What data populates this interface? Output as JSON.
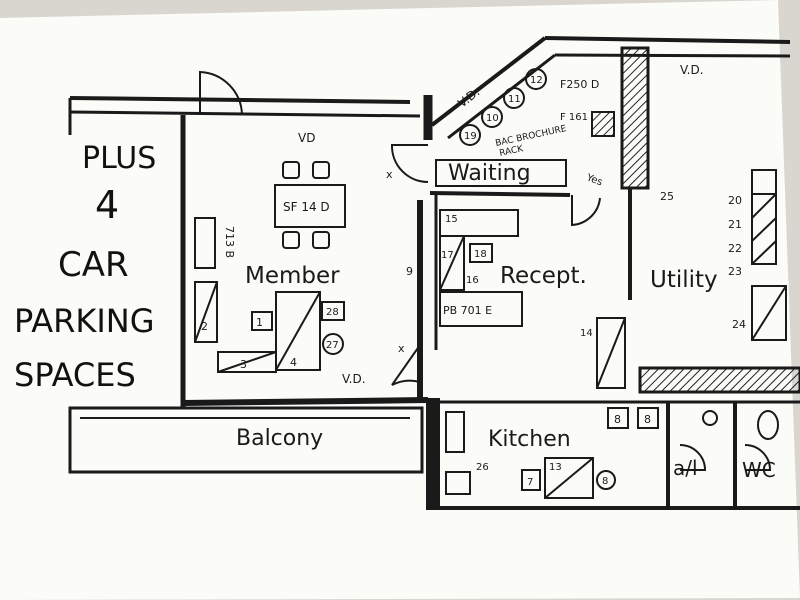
{
  "side_note": {
    "line1": "PLUS",
    "line2": "4",
    "line3": "CAR",
    "line4": "PARKING",
    "line5": "SPACES"
  },
  "rooms": {
    "member": "Member",
    "waiting": "Waiting",
    "recept": "Recept.",
    "utility": "Utility",
    "balcony": "Balcony",
    "kitchen": "Kitchen",
    "al": "a/l",
    "wc": "WC"
  },
  "annotations": {
    "vd_member": "VD",
    "vd_upper": "V.D.",
    "vd_right": "V.D.",
    "vd_bottom": "V.D.",
    "table": "SF 14 D",
    "cabinet": "713 B",
    "desk": "PB 701 E",
    "f250": "F250 D",
    "f161": "F 161",
    "rack1": "BAC BROCHURE",
    "rack2": "RACK",
    "yes": "Yes",
    "x_upper": "x",
    "x_lower": "x"
  },
  "numbers": {
    "n1": "1",
    "n2": "2",
    "n3": "3",
    "n4": "4",
    "n8a": "8",
    "n8b": "8",
    "n9": "9",
    "n10": "10",
    "n11": "11",
    "n12": "12",
    "n14": "14",
    "n15": "15",
    "n16": "16",
    "n17": "17",
    "n18": "18",
    "n19": "19",
    "n20": "20",
    "n21": "21",
    "n22": "22",
    "n23": "23",
    "n24": "24",
    "n25": "25",
    "n26": "26",
    "n27": "27",
    "n28": "28",
    "k7": "7",
    "k13": "13",
    "k8": "8"
  },
  "colors": {
    "paper": "#fbfbf7",
    "ink": "#1a1a1a",
    "background": "#d9d6cf"
  }
}
